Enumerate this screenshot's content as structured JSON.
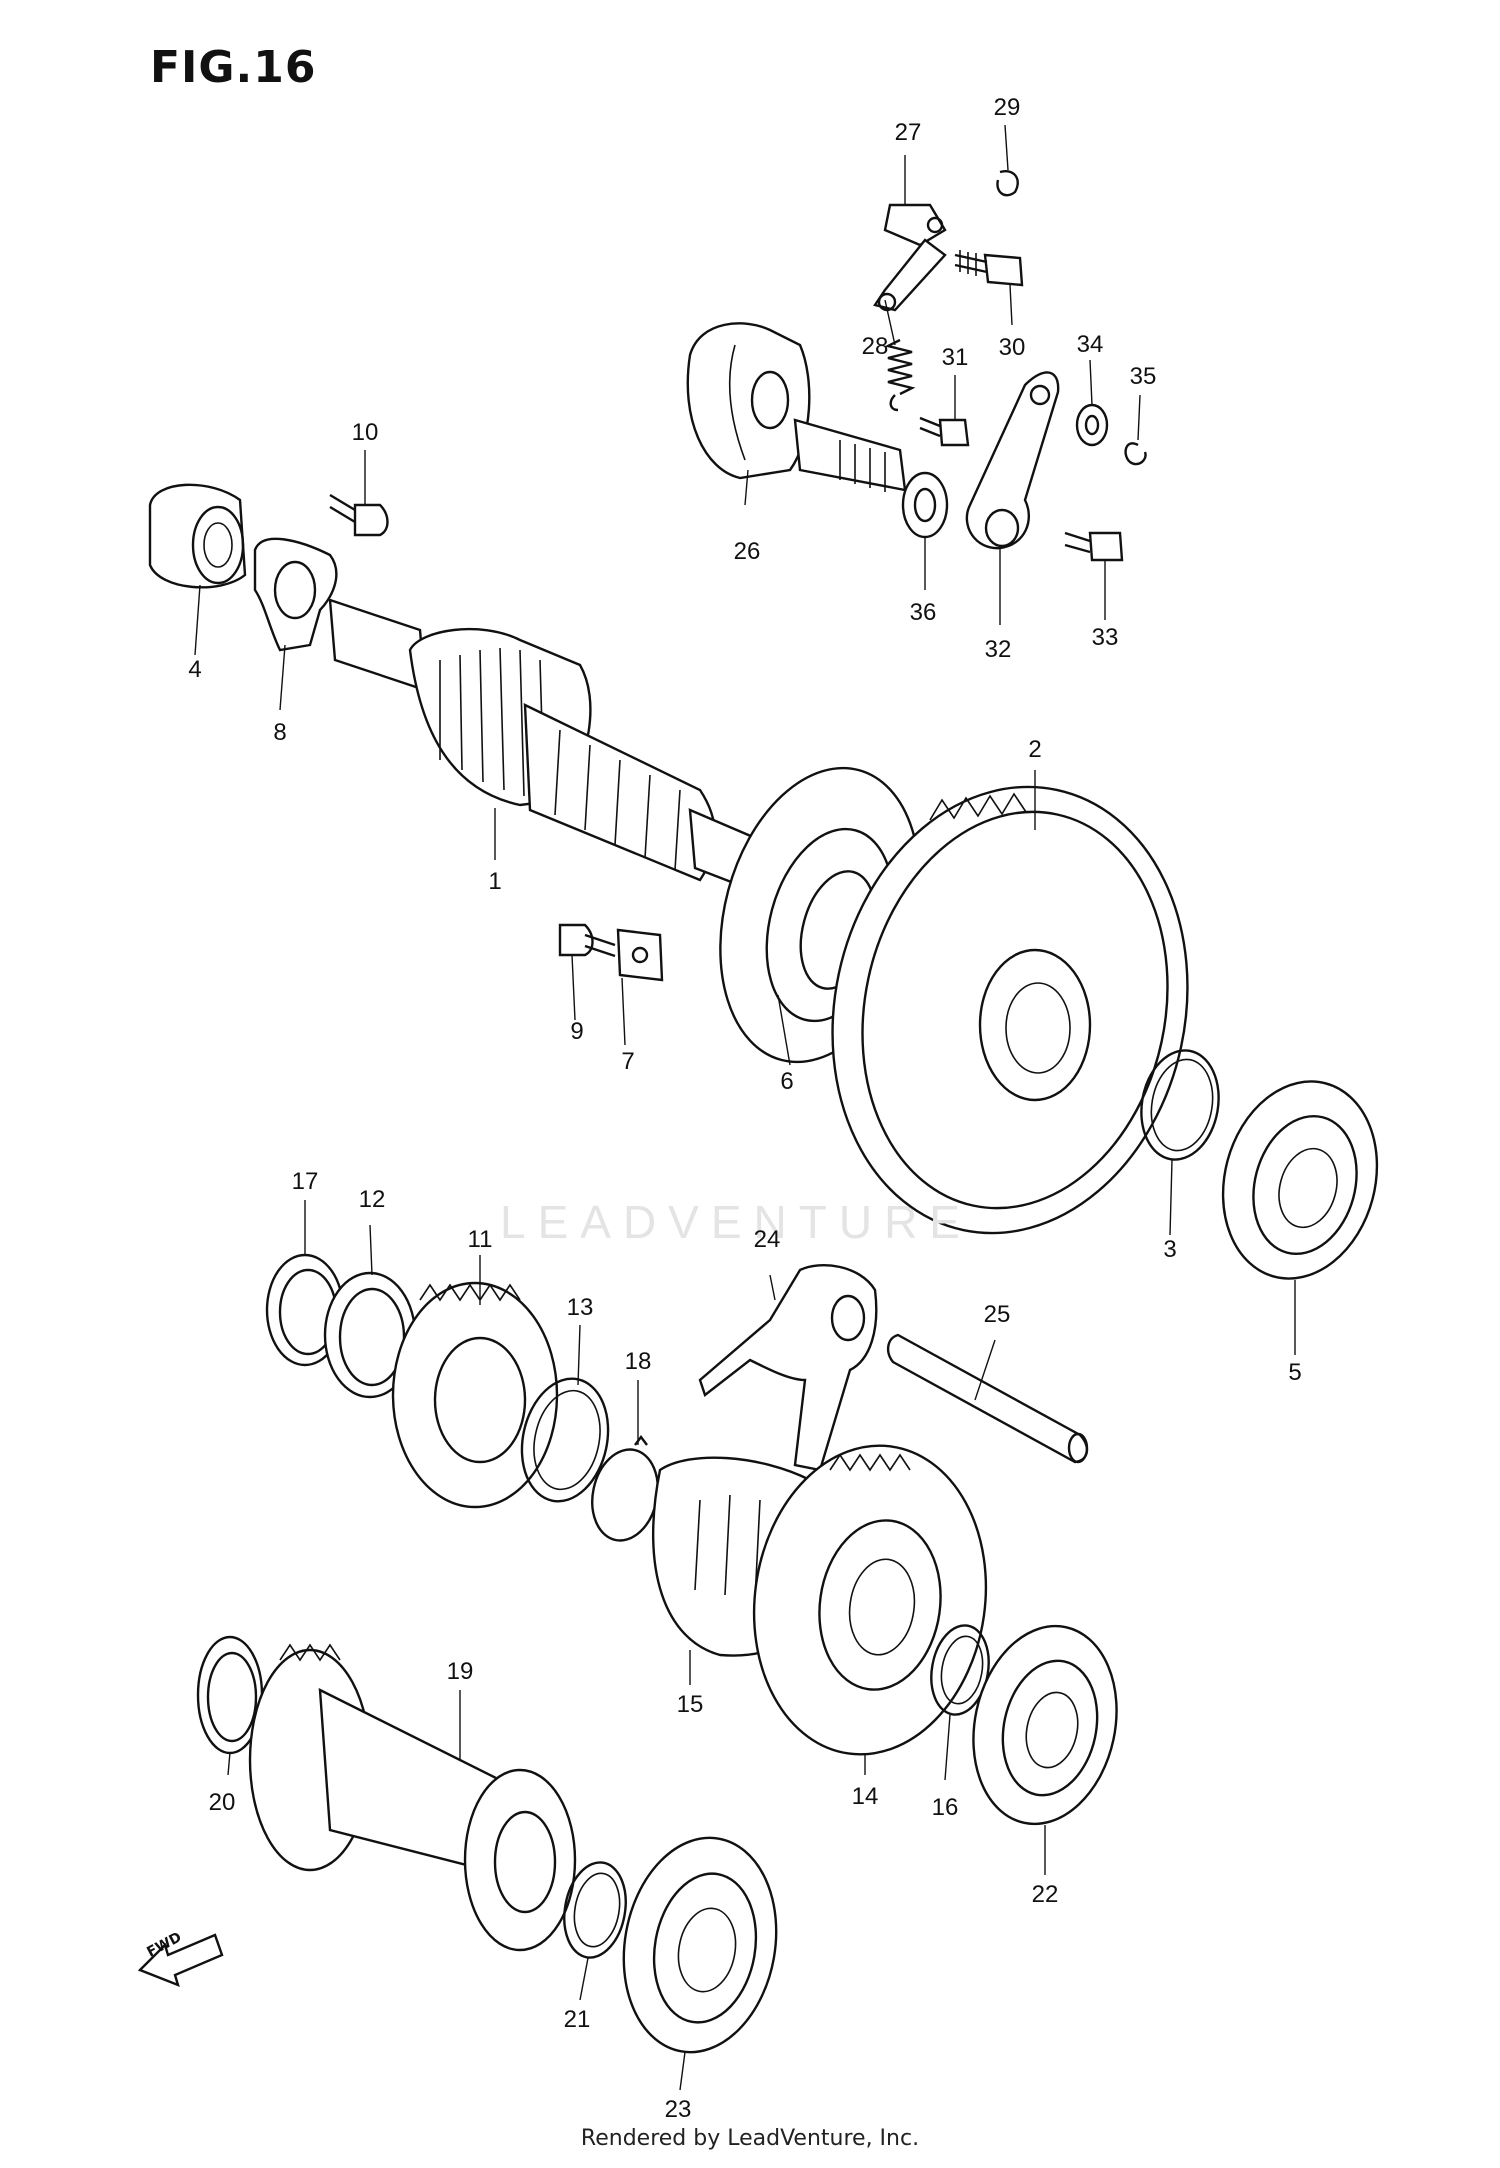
{
  "figure": {
    "title": "FIG.16"
  },
  "callouts": [
    "1",
    "2",
    "3",
    "4",
    "5",
    "6",
    "7",
    "8",
    "9",
    "10",
    "11",
    "12",
    "13",
    "14",
    "15",
    "16",
    "17",
    "18",
    "19",
    "20",
    "21",
    "22",
    "23",
    "24",
    "25",
    "26",
    "27",
    "28",
    "29",
    "30",
    "31",
    "32",
    "33",
    "34",
    "35",
    "36"
  ],
  "watermark": "LEADVENTURE",
  "direction_marker": "FWD",
  "footer": "Rendered by LeadVenture, Inc.",
  "colors": {
    "ink": "#111111",
    "watermark": "#e4e4e4",
    "background": "#ffffff"
  }
}
